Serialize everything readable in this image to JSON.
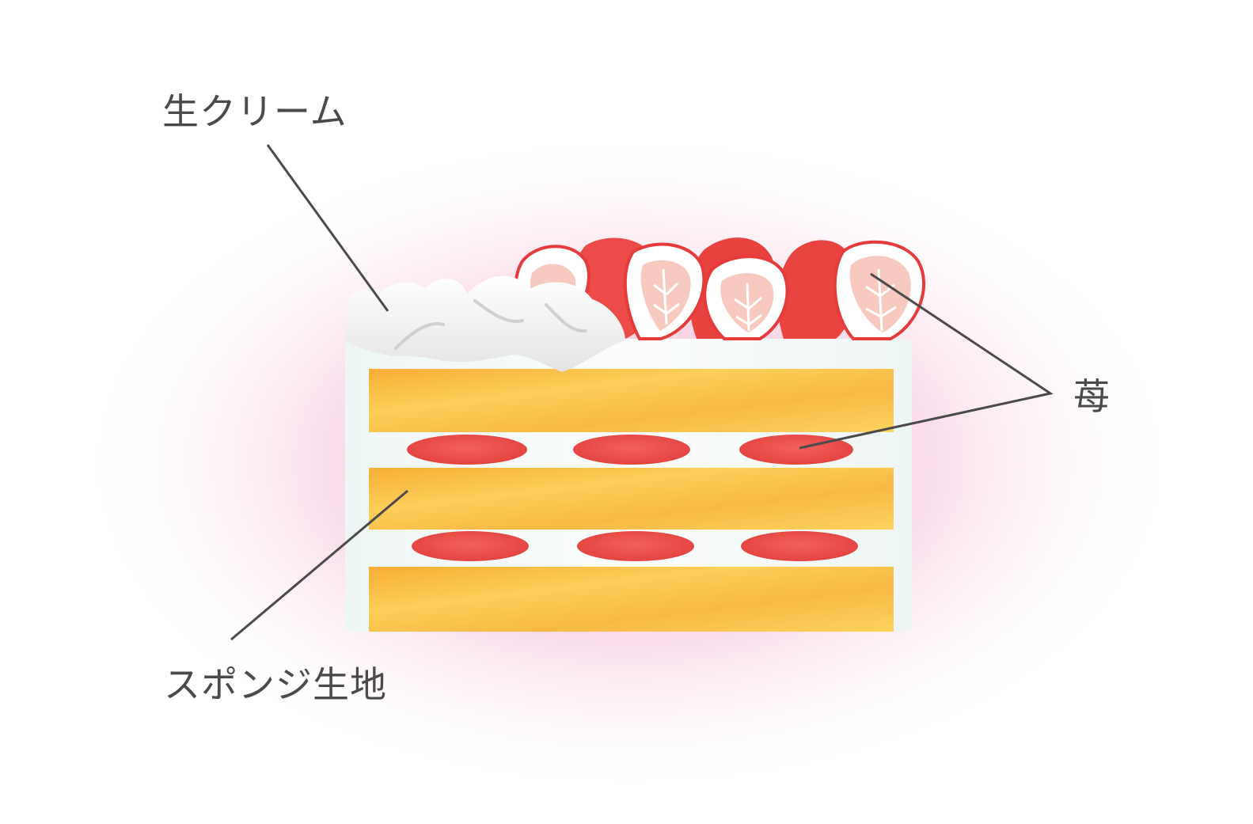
{
  "labels": {
    "cream": "生クリーム",
    "strawberry": "苺",
    "sponge": "スポンジ生地"
  },
  "colors": {
    "background": "#ffffff",
    "glow": "#f2b6d2",
    "cake_body": "#f4f9f8",
    "sponge": "#f7b53c",
    "sponge_light": "#fbd25a",
    "strawberry": "#ec4b47",
    "strawberry_dark": "#d93a38",
    "strawberry_inside": "#f8c9bf",
    "cream": "#ffffff",
    "cream_shadow": "#d9d9d9",
    "leader_line": "#4a4a4a",
    "label_text": "#4a4a4a"
  }
}
